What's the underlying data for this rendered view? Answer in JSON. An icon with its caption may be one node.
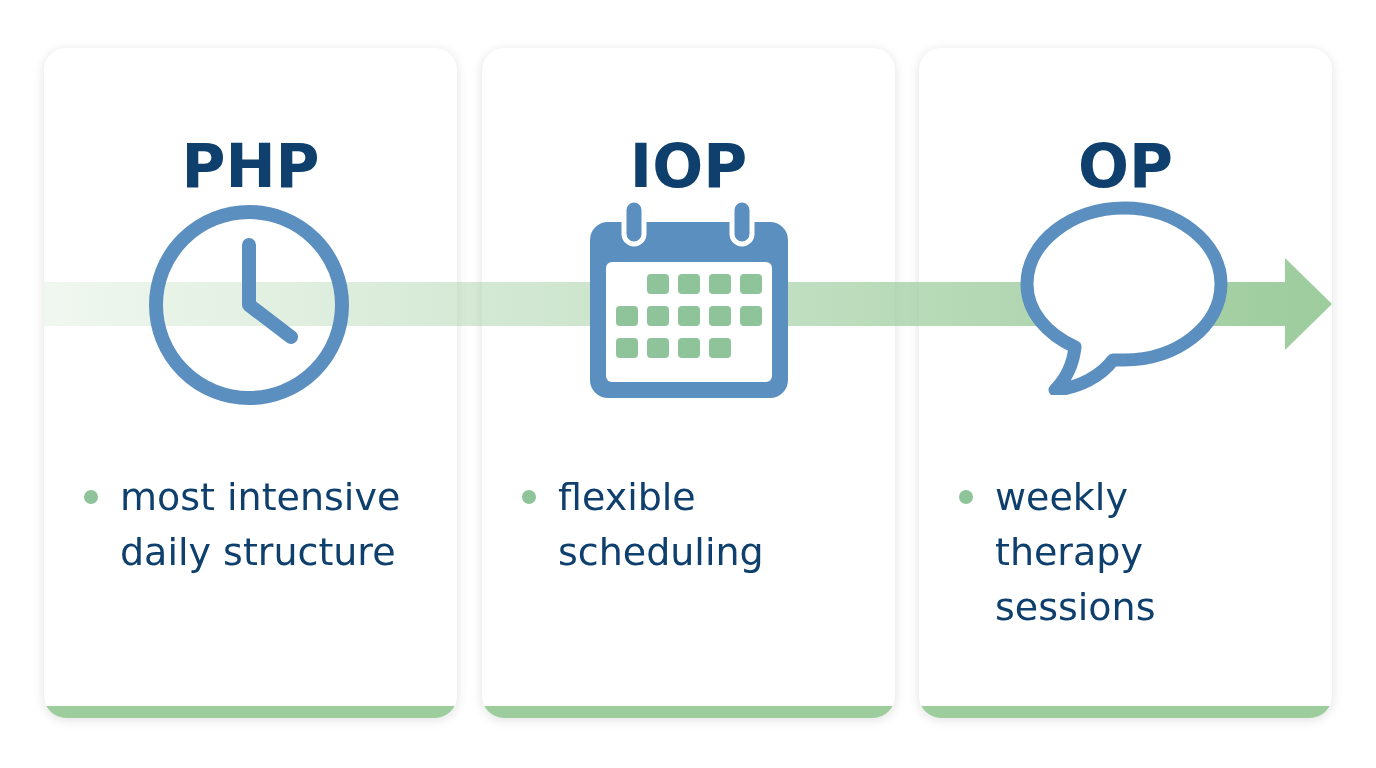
{
  "diagram": {
    "nodes": [
      {
        "text": [
          "PHP",
          "most intensive daily structure"
        ]
      },
      {
        "text": [
          "IOP",
          "flexible scheduling"
        ]
      },
      {
        "text": [
          "OP",
          "weekly therapy sessions"
        ]
      }
    ]
  }
}
